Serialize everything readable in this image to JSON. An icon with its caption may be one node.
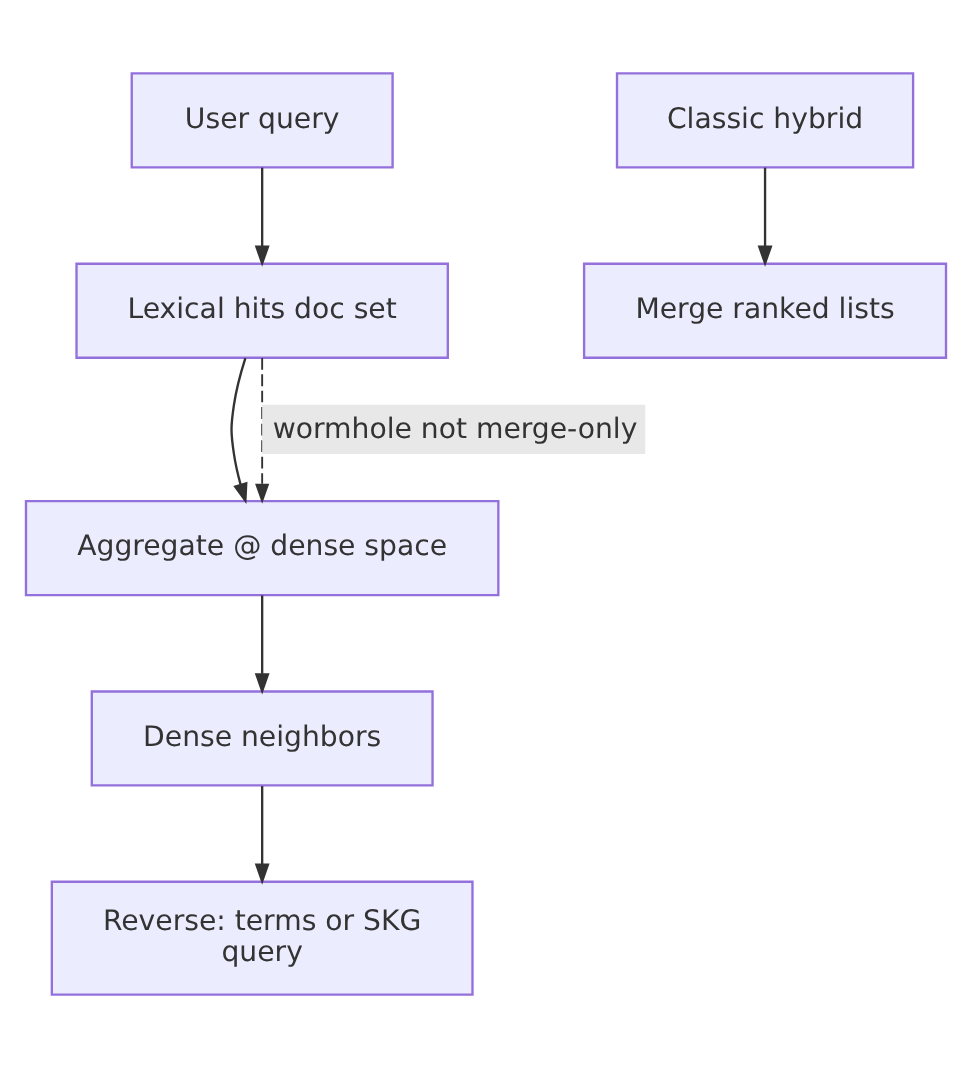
{
  "diagram": {
    "nodes": [
      {
        "text": [
          "User query"
        ]
      },
      {
        "text": [
          "Lexical hits doc set"
        ]
      },
      {
        "text": [
          "Aggregate @ dense space"
        ]
      },
      {
        "text": [
          "Dense neighbors"
        ]
      },
      {
        "text": [
          "Reverse: terms or SKG query"
        ]
      },
      {
        "text": [
          "Classic hybrid"
        ]
      },
      {
        "text": [
          "Merge ranked lists"
        ]
      }
    ],
    "edges": [
      {
        "from": 0,
        "to": 1,
        "arrow": "to"
      },
      {
        "from": 1,
        "to": 2,
        "arrow": "to"
      },
      {
        "from": 1,
        "to": 2,
        "arrow": "to",
        "style": "dashed",
        "label": "wormhole not merge-only"
      },
      {
        "from": 2,
        "to": 3,
        "arrow": "to"
      },
      {
        "from": 3,
        "to": 4,
        "arrow": "to"
      },
      {
        "from": 5,
        "to": 6,
        "arrow": "to"
      }
    ]
  }
}
